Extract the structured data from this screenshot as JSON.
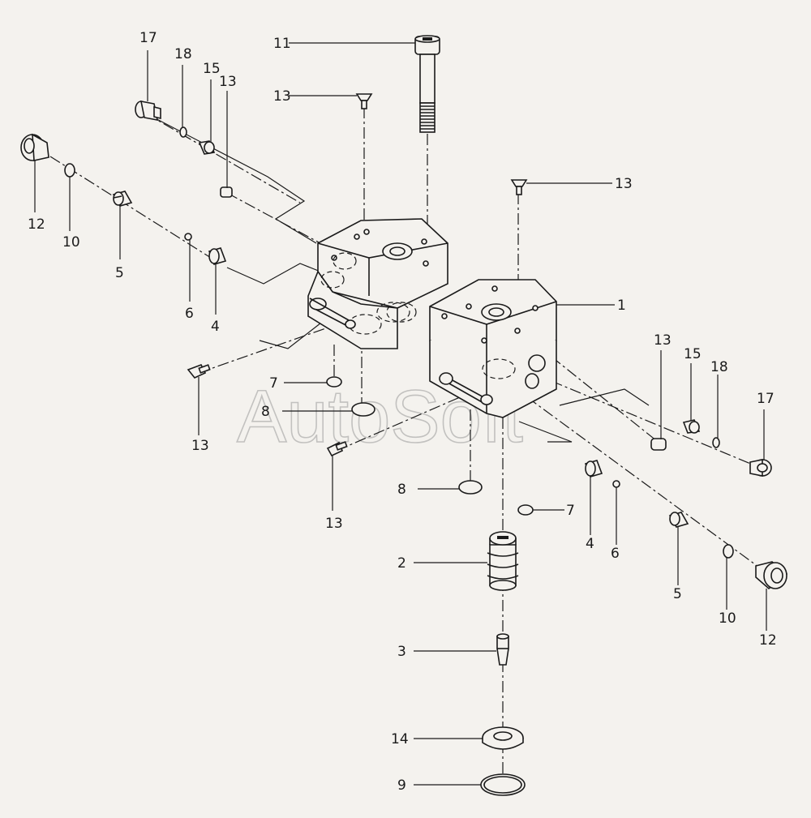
{
  "watermark": "AutoSoft",
  "callouts": {
    "c11": "11",
    "c13a": "13",
    "c17a": "17",
    "c18a": "18",
    "c15a": "15",
    "c13b": "13",
    "c12a": "12",
    "c10a": "10",
    "c5a": "5",
    "c6a": "6",
    "c4a": "4",
    "c13c": "13",
    "c13d": "13",
    "c1": "1",
    "c13e": "13",
    "c15b": "15",
    "c18b": "18",
    "c17b": "17",
    "c7a": "7",
    "c8a": "8",
    "c13f": "13",
    "c8b": "8",
    "c7b": "7",
    "c4b": "4",
    "c6b": "6",
    "c5b": "5",
    "c10b": "10",
    "c12b": "12",
    "c2": "2",
    "c3": "3",
    "c14": "14",
    "c9": "9"
  }
}
